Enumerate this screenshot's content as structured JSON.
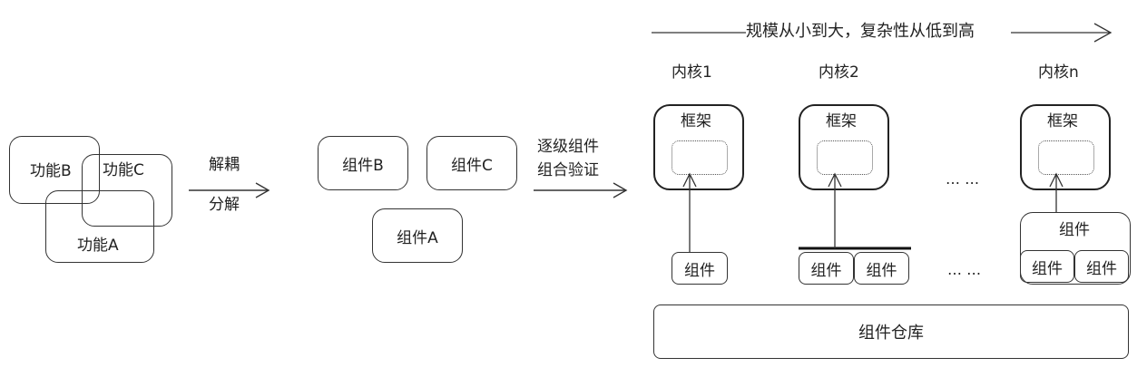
{
  "top_arrow_label": "规模从小到大，复杂性从低到高",
  "functions": [
    "功能B",
    "功能C",
    "功能A"
  ],
  "step1": {
    "line1": "解耦",
    "line2": "分解"
  },
  "components": [
    "组件B",
    "组件C",
    "组件A"
  ],
  "step2": {
    "line1": "逐级组件",
    "line2": "组合验证"
  },
  "kernels": [
    {
      "title": "内核1",
      "framework": "框架",
      "component": "组件"
    },
    {
      "title": "内核2",
      "framework": "框架",
      "components": [
        "组件",
        "组件"
      ]
    },
    {
      "title": "内核n",
      "framework": "框架",
      "composite": "组件",
      "components": [
        "组件",
        "组件"
      ]
    }
  ],
  "ellipsis": "… …",
  "repository": "组件仓库"
}
